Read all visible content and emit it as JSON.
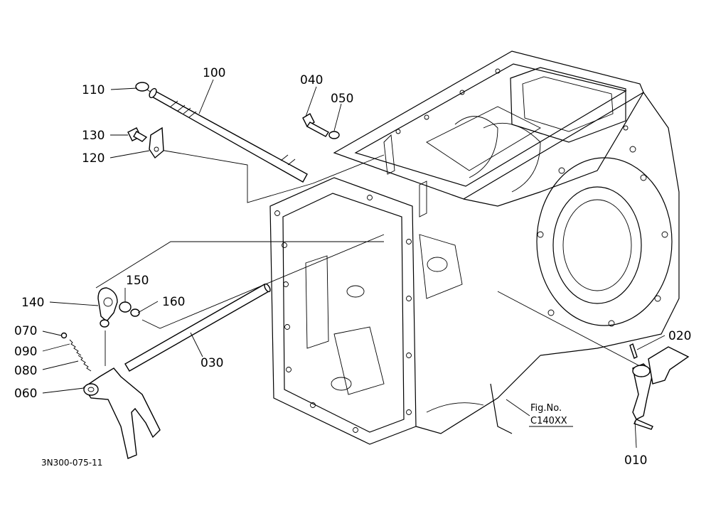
{
  "parts": {
    "p010": "010",
    "p020": "020",
    "p030": "030",
    "p040": "040",
    "p050": "050",
    "p060": "060",
    "p070": "070",
    "p080": "080",
    "p090": "090",
    "p100": "100",
    "p110": "110",
    "p120": "120",
    "p130": "130",
    "p140": "140",
    "p150": "150",
    "p160": "160"
  },
  "figure": {
    "label": "Fig.No.",
    "number": "C140XX"
  },
  "drawing_code": "3N300-075-11"
}
